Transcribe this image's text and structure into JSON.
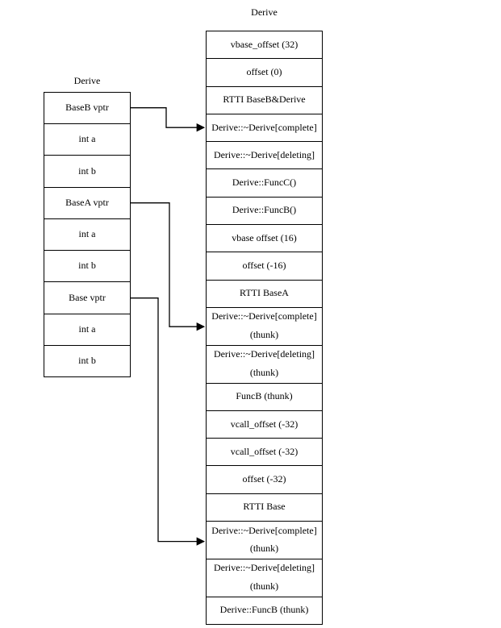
{
  "diagram": {
    "description": "C++ class Derive object memory layout and virtual table layout",
    "colors": {
      "background": "#ffffff",
      "box_fill": "#ffffff",
      "line": "#000000",
      "text": "#000000"
    },
    "object_layout": {
      "title": "Derive",
      "rows": [
        "BaseB vptr",
        "int a",
        "int b",
        "BaseA vptr",
        "int a",
        "int b",
        "Base vptr",
        "int a",
        "int b"
      ]
    },
    "vtable": {
      "title": "Derive",
      "rows": [
        [
          "vbase_offset (32)"
        ],
        [
          "offset (0)"
        ],
        [
          "RTTI BaseB&Derive"
        ],
        [
          "Derive::~Derive[complete]"
        ],
        [
          "Derive::~Derive[deleting]"
        ],
        [
          "Derive::FuncC()"
        ],
        [
          "Derive::FuncB()"
        ],
        [
          "vbase offset (16)"
        ],
        [
          "offset (-16)"
        ],
        [
          "RTTI BaseA"
        ],
        [
          "Derive::~Derive[complete]",
          "(thunk)"
        ],
        [
          "Derive::~Derive[deleting]",
          "(thunk)"
        ],
        [
          "FuncB (thunk)"
        ],
        [
          "vcall_offset (-32)"
        ],
        [
          "vcall_offset (-32)"
        ],
        [
          "offset (-32)"
        ],
        [
          "RTTI Base"
        ],
        [
          "Derive::~Derive[complete]",
          "(thunk)"
        ],
        [
          "Derive::~Derive[deleting]",
          "(thunk)"
        ],
        [
          "Derive::FuncB (thunk)"
        ]
      ]
    },
    "arrows": [
      {
        "from": "BaseB vptr",
        "from_index": 0,
        "to": "Derive::~Derive[complete]",
        "to_index": 3
      },
      {
        "from": "BaseA vptr",
        "from_index": 3,
        "to": "Derive::~Derive[complete] (thunk)",
        "to_index": 10
      },
      {
        "from": "Base vptr",
        "from_index": 6,
        "to": "Derive::~Derive[complete] (thunk)",
        "to_index": 17
      }
    ]
  }
}
